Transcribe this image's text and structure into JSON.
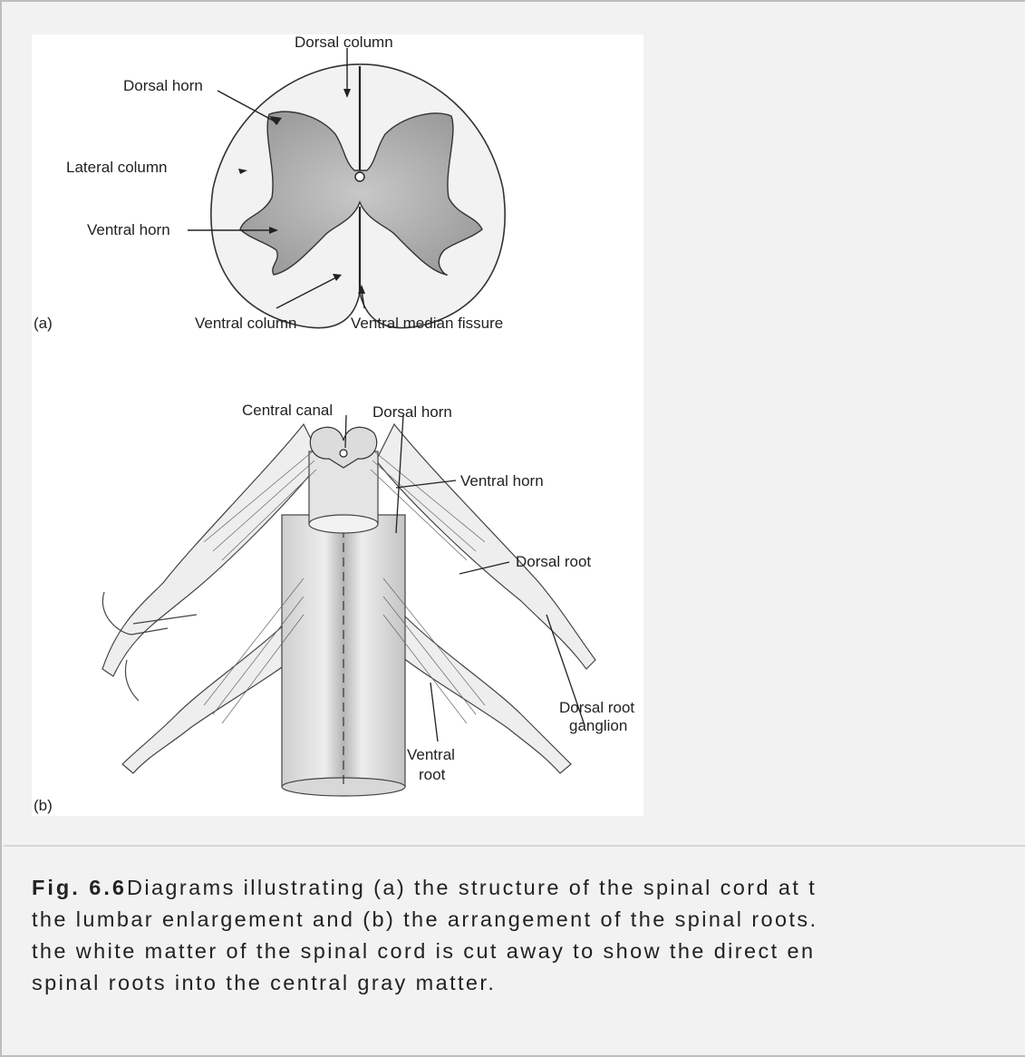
{
  "figure": {
    "panel_a": {
      "tag": "(a)",
      "labels": {
        "dorsal_column": "Dorsal column",
        "dorsal_horn": "Dorsal horn",
        "lateral_column": "Lateral column",
        "ventral_horn": "Ventral horn",
        "ventral_column": "Ventral column",
        "ventral_median_fissure": "Ventral median fissure"
      }
    },
    "panel_b": {
      "tag": "(b)",
      "labels": {
        "central_canal": "Central canal",
        "dorsal_horn": "Dorsal horn",
        "ventral_horn": "Ventral horn",
        "dorsal_root": "Dorsal root",
        "dorsal_root_ganglion_line1": "Dorsal root",
        "dorsal_root_ganglion_line2": "ganglion",
        "ventral_root_line1": "Ventral",
        "ventral_root_line2": "root"
      }
    }
  },
  "caption": {
    "label": "Fig. 6.6",
    "line1": "Diagrams illustrating (a) the structure of the spinal cord at t",
    "line2": "the lumbar enlargement and (b) the arrangement of the spinal roots.",
    "line3": "the white matter of the spinal cord is cut away to show the direct en",
    "line4": "spinal roots into the central gray matter."
  }
}
